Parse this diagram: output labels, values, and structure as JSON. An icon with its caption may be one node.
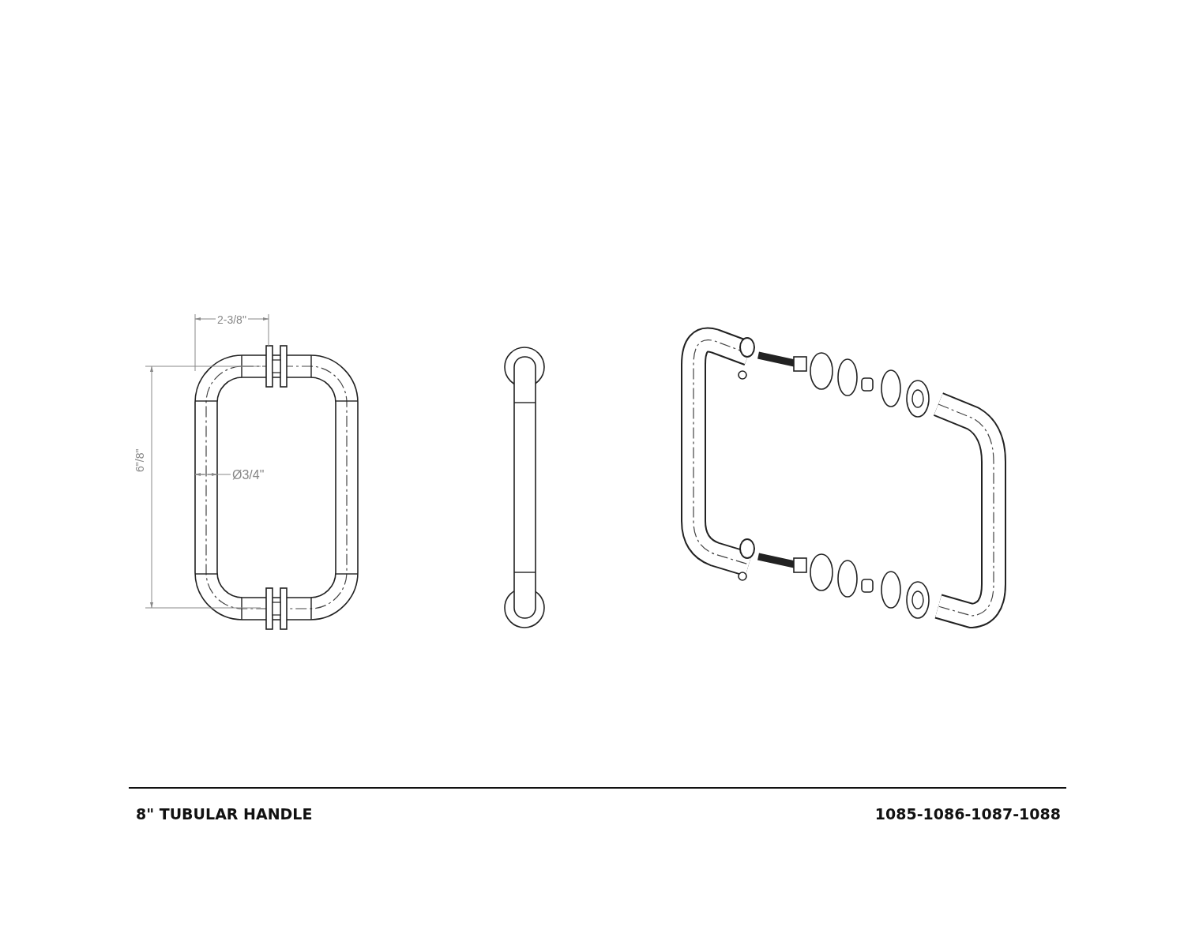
{
  "diagram": {
    "title": "8\" TUBULAR HANDLE",
    "labels": [
      "2-3/8\"",
      "6\"/8\"",
      "Ø3/4\"",
      "1085-1086-1087-1088"
    ]
  }
}
